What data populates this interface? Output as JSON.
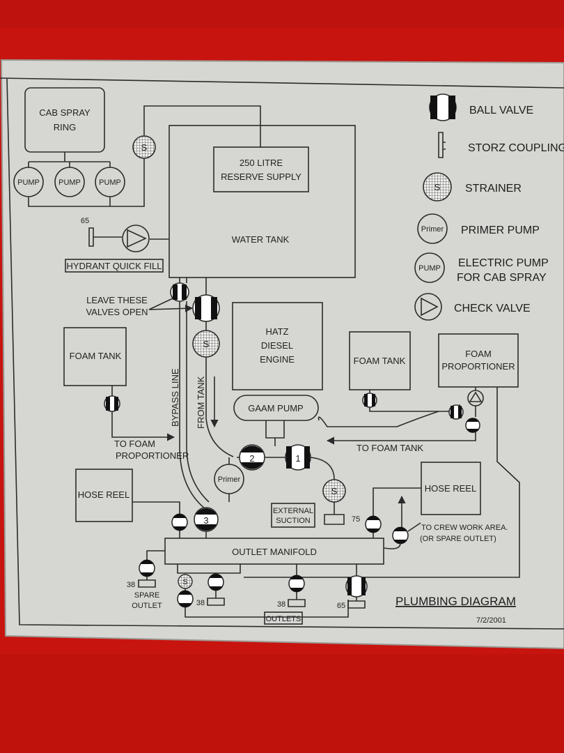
{
  "colors": {
    "background": "#c8140f",
    "plate": "#d6d7d2",
    "ink": "#2b2b2b"
  },
  "legend": {
    "ball_valve": "BALL VALVE",
    "storz_coupling": "STORZ COUPLING",
    "strainer": "STRAINER",
    "primer_pump": "PRIMER PUMP",
    "electric_pump_1": "ELECTRIC PUMP",
    "electric_pump_2": "FOR CAB SPRAY",
    "check_valve": "CHECK VALVE"
  },
  "symbols": {
    "strainer": "S",
    "primer": "Primer",
    "pump": "PUMP"
  },
  "labels": {
    "cab_spray_1": "CAB SPRAY",
    "cab_spray_2": "RING",
    "reserve_1": "250 LITRE",
    "reserve_2": "RESERVE SUPPLY",
    "water_tank": "WATER TANK",
    "hydrant": "HYDRANT QUICK FILL",
    "size_65": "65",
    "leave_1": "LEAVE THESE",
    "leave_2": "VALVES OPEN",
    "engine_1": "HATZ",
    "engine_2": "DIESEL",
    "engine_3": "ENGINE",
    "foam_tank": "FOAM TANK",
    "foam_prop_1": "FOAM",
    "foam_prop_2": "PROPORTIONER",
    "bypass": "BYPASS LINE",
    "from_tank": "FROM TANK",
    "gaam_pump": "GAAM PUMP",
    "to_foam_1": "TO FOAM",
    "to_foam_2": "PROPORTIONER",
    "to_foam_tank": "TO FOAM TANK",
    "valve_1": "1",
    "valve_2": "2",
    "valve_3": "3",
    "hose_reel": "HOSE REEL",
    "external_1": "EXTERNAL",
    "external_2": "SUCTION",
    "size_75": "75",
    "crew_1": "TO CREW WORK AREA.",
    "crew_2": "(OR SPARE OUTLET)",
    "outlet_manifold": "OUTLET MANIFOLD",
    "size_38": "38",
    "spare_1": "SPARE",
    "spare_2": "OUTLET",
    "outlets": "OUTLETS",
    "title": "PLUMBING DIAGRAM",
    "date": "7/2/2001"
  }
}
